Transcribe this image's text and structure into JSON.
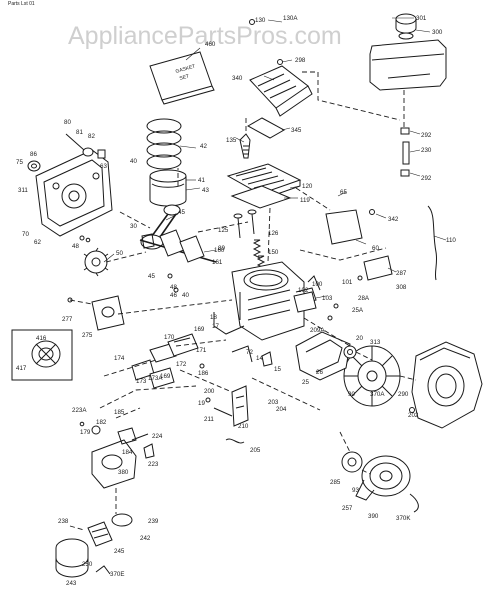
{
  "header": {
    "top_caption": "Parts Lst 01",
    "watermark": "AppliancePartsPros.com"
  },
  "booklet": {
    "label_line1": "GASKET",
    "label_line2": "SET"
  },
  "parts": [
    "301",
    "300",
    "130",
    "130A",
    "460",
    "298",
    "340",
    "292",
    "230",
    "292",
    "345",
    "135",
    "80",
    "81",
    "82",
    "75",
    "86",
    "63",
    "40",
    "42",
    "41",
    "43",
    "311",
    "120",
    "119",
    "65",
    "342",
    "45",
    "70",
    "62",
    "30",
    "89",
    "48",
    "50",
    "125",
    "126",
    "160",
    "150",
    "161",
    "60",
    "110",
    "287",
    "45",
    "46",
    "40",
    "48",
    "100",
    "101",
    "102",
    "103",
    "308",
    "277",
    "275",
    "28A",
    "25A",
    "209A",
    "20",
    "313",
    "416",
    "417",
    "169",
    "170",
    "18",
    "17",
    "171",
    "172",
    "173",
    "173A",
    "174",
    "169",
    "186",
    "72",
    "14",
    "15",
    "25",
    "26",
    "90",
    "370A",
    "290",
    "200",
    "203",
    "204",
    "210",
    "211",
    "19",
    "202",
    "223A",
    "185",
    "182",
    "179",
    "184",
    "224",
    "223",
    "380",
    "205",
    "285",
    "93",
    "257",
    "390",
    "370K",
    "238",
    "239",
    "242",
    "245",
    "243",
    "250",
    "370E"
  ]
}
